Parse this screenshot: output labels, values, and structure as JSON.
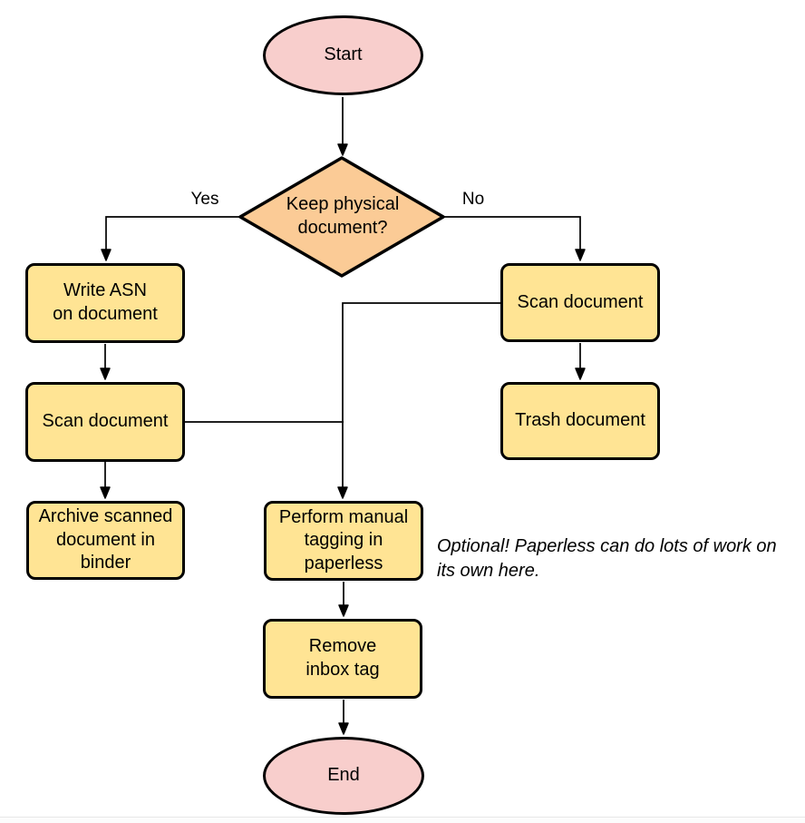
{
  "diagram": {
    "nodes": {
      "start": "Start",
      "decision": "Keep physical\ndocument?",
      "write_asn": "Write ASN\non document",
      "scan_left": "Scan document",
      "archive": "Archive scanned\ndocument in\nbinder",
      "scan_right": "Scan document",
      "trash": "Trash document",
      "tagging": "Perform manual\ntagging in\npaperless",
      "remove_inbox": "Remove\ninbox tag",
      "end": "End"
    },
    "edge_labels": {
      "yes": "Yes",
      "no": "No"
    },
    "annotation": "Optional! Paperless can do lots of work on\nits own here.",
    "colors": {
      "terminal_fill": "#f8cecc",
      "decision_fill": "#fbcb96",
      "process_fill": "#ffe494",
      "stroke": "#000000"
    }
  }
}
